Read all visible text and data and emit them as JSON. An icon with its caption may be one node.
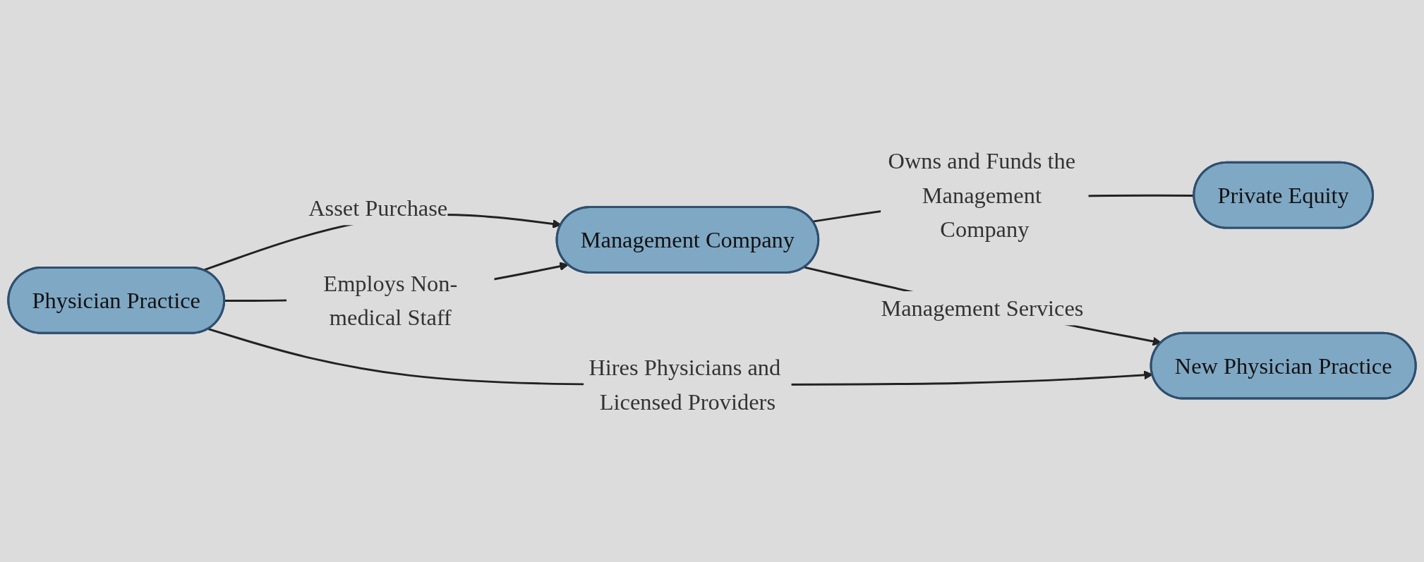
{
  "diagram": {
    "nodes": [
      {
        "text": [
          "Physician Practice"
        ]
      },
      {
        "text": [
          "Management Company"
        ]
      },
      {
        "text": [
          "Private Equity"
        ]
      },
      {
        "text": [
          "New Physician Practice"
        ]
      }
    ],
    "edges": [
      {
        "from": 0,
        "to": 1,
        "arrow": "to",
        "label": "Asset Purchase"
      },
      {
        "from": 0,
        "to": 1,
        "arrow": "to",
        "label": "Employs Non-medical Staff"
      },
      {
        "from": 1,
        "to": 2,
        "arrow": "none",
        "label": "Owns and Funds the Management Company"
      },
      {
        "from": 1,
        "to": 3,
        "arrow": "to",
        "label": "Management Services"
      },
      {
        "from": 0,
        "to": 3,
        "arrow": "to",
        "label": "Hires Physicians and Licensed Providers"
      }
    ]
  }
}
